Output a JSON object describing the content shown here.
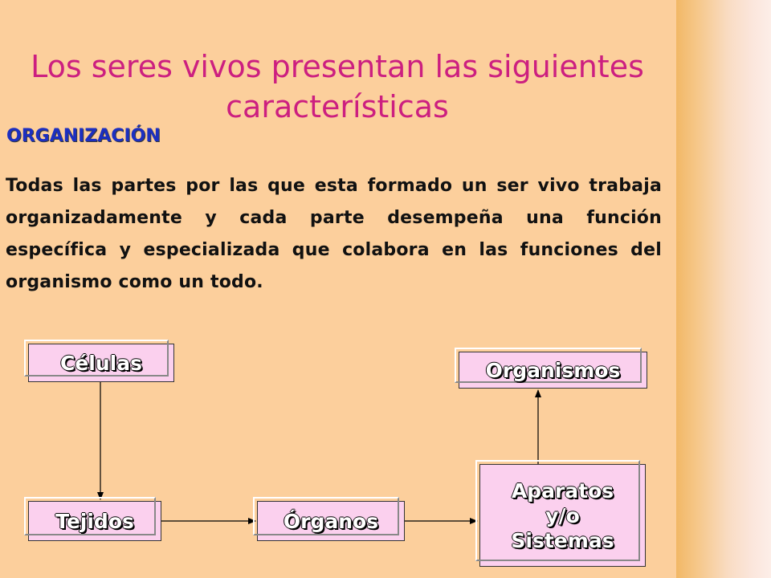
{
  "slide": {
    "title": "Los seres vivos presentan las siguientes características",
    "heading": "ORGANIZACIÓN",
    "body": "Todas las partes por las que esta formado un ser vivo trabaja organizadamente y cada parte desempeña una función específica y especializada que colabora en las funciones del organismo como un todo."
  },
  "diagram": {
    "nodes": {
      "celulas": "Células",
      "tejidos": "Tejidos",
      "organos": "Órganos",
      "aparatos": "Aparatos y/o Sistemas",
      "organismos": "Organismos"
    },
    "edges": [
      [
        "celulas",
        "tejidos"
      ],
      [
        "tejidos",
        "organos"
      ],
      [
        "organos",
        "aparatos"
      ],
      [
        "aparatos",
        "organismos"
      ]
    ]
  },
  "colors": {
    "background": "#fccf9c",
    "title": "#cc1f80",
    "heading": "#1c2fc0",
    "box_fill": "#fbd0ee"
  }
}
